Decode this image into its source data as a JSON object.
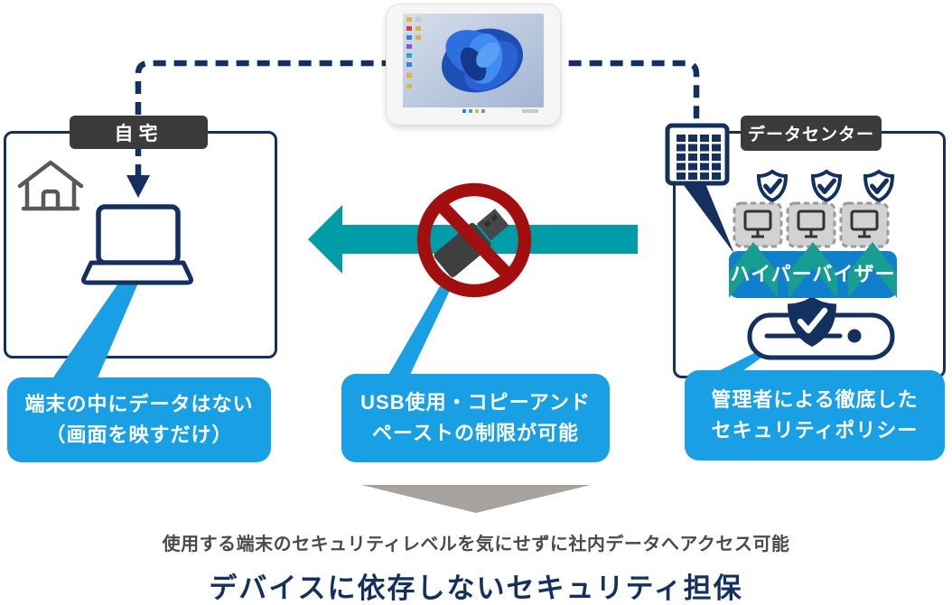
{
  "labels": {
    "home": "自宅",
    "datacenter": "データセンター"
  },
  "hypervisor": {
    "label": "ハイパーバイザー"
  },
  "callouts": [
    {
      "line1": "端末の中にデータはない",
      "line2": "（画面を映すだけ）"
    },
    {
      "line1": "USB使用・コピーアンド",
      "line2": "ペーストの制限が可能"
    },
    {
      "line1": "管理者による徹底した",
      "line2": "セキュリティポリシー"
    }
  ],
  "footer": {
    "summary": "使用する端末のセキュリティレベルを気にせずに社内データへアクセス可能",
    "title": "デバイスに依存しないセキュリティ担保"
  },
  "icons": {
    "house": "house-icon",
    "laptop": "laptop-icon",
    "tablet": "tablet-windows-desktop",
    "server_rack": "server-rack-icon",
    "shield_check": "shield-check-icon",
    "vm_monitor": "vm-monitor-icon",
    "storage_server": "storage-server-icon",
    "shield_badge": "shield-badge-icon",
    "usb": "usb-stick-icon",
    "prohibition": "prohibition-icon",
    "transfer_arrow": "transfer-arrow-icon",
    "down_arrow": "down-arrow-icon",
    "down_triangle": "down-triangle-icon"
  },
  "colors": {
    "navy": "#14305F",
    "callout_blue": "#189FE4",
    "banner_blue": "#1080CC",
    "chevron_teal": "#189E90",
    "arrow_teal": "#009CA8",
    "prohibition_red": "#A30E0E",
    "usb_gray": "#3F3F3F",
    "tag_bg": "#3B3B3B",
    "summary_gray": "#4A4A4A",
    "triangle_gray": "#A7A29D"
  }
}
